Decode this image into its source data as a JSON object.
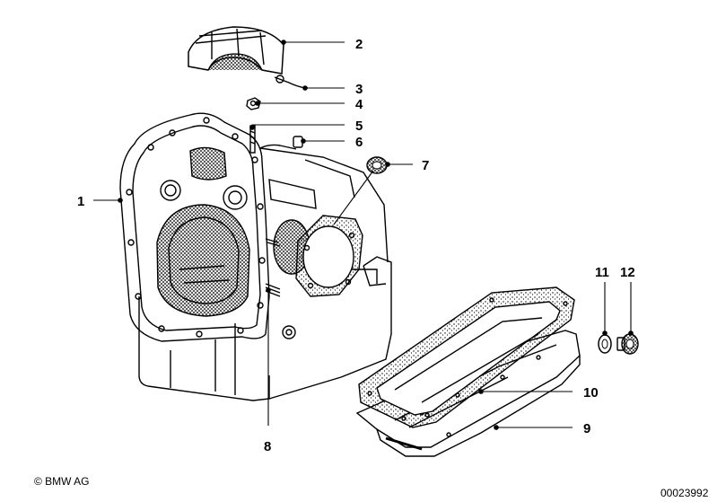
{
  "callouts": {
    "c1": "1",
    "c2": "2",
    "c3": "3",
    "c4": "4",
    "c5": "5",
    "c6": "6",
    "c7": "7",
    "c8": "8",
    "c9": "9",
    "c10": "10",
    "c11": "11",
    "c12": "12"
  },
  "footer": {
    "copyright": "© BMW AG",
    "diagram_number": "00023992"
  }
}
